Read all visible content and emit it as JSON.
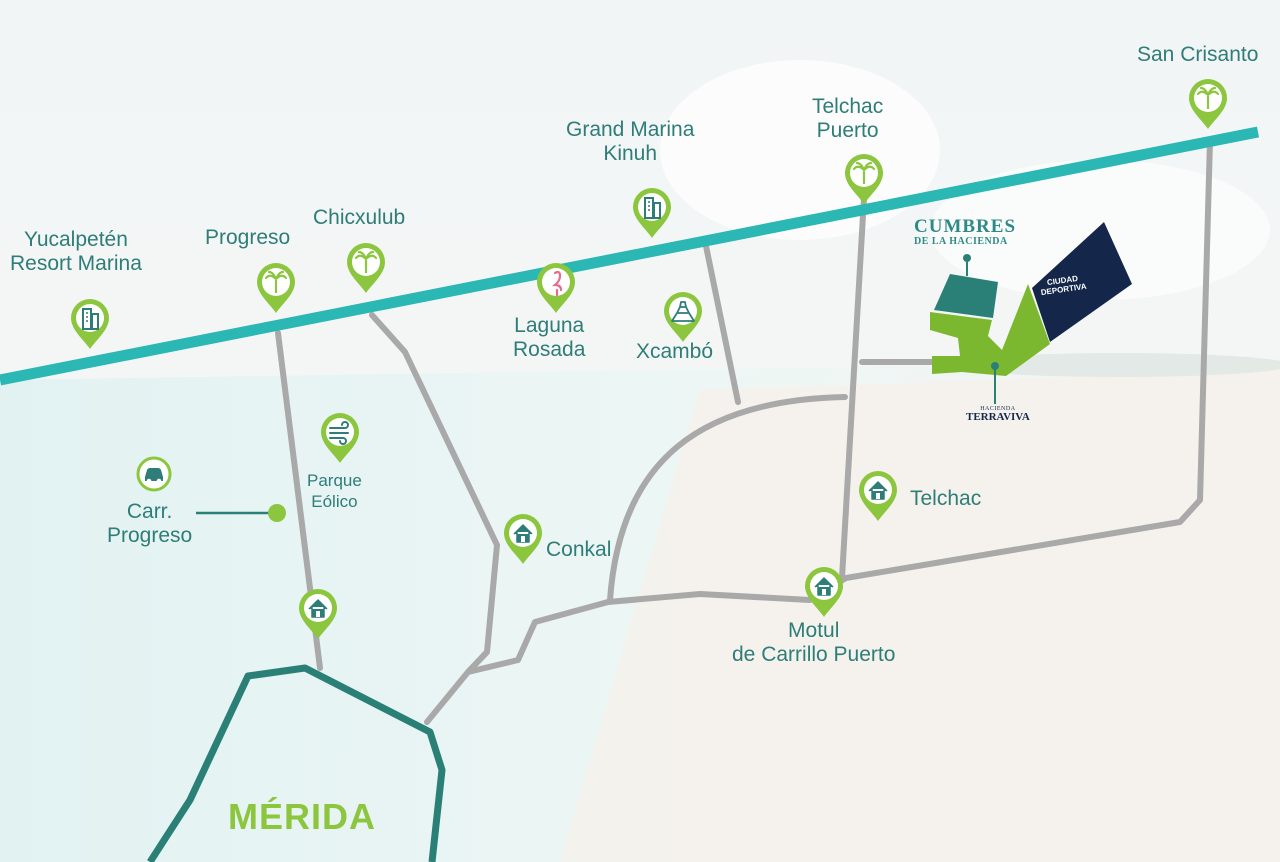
{
  "city": "MÉRIDA",
  "places": [
    {
      "id": "yucalpeten",
      "lines": [
        "Yucalpetén",
        "Resort Marina"
      ],
      "icon": "building-icon"
    },
    {
      "id": "progreso",
      "lines": [
        "Progreso"
      ],
      "icon": "palm-tree-icon"
    },
    {
      "id": "chicxulub",
      "lines": [
        "Chicxulub"
      ],
      "icon": "palm-tree-icon"
    },
    {
      "id": "grand-marina",
      "lines": [
        "Grand Marina",
        "Kinuh"
      ],
      "icon": "building-icon"
    },
    {
      "id": "laguna-rosada",
      "lines": [
        "Laguna",
        "Rosada"
      ],
      "icon": "flamingo-icon"
    },
    {
      "id": "xcambo",
      "lines": [
        "Xcambó"
      ],
      "icon": "pyramid-icon"
    },
    {
      "id": "telchac-puerto",
      "lines": [
        "Telchac",
        "Puerto"
      ],
      "icon": "palm-tree-icon"
    },
    {
      "id": "san-crisanto",
      "lines": [
        "San Crisanto"
      ],
      "icon": "palm-tree-icon"
    },
    {
      "id": "parque-eolico",
      "lines": [
        "Parque",
        "Eólico"
      ],
      "icon": "wind-icon"
    },
    {
      "id": "carr-progreso",
      "lines": [
        "Carr.",
        "Progreso"
      ],
      "icon": "car-icon"
    },
    {
      "id": "conkal",
      "lines": [
        "Conkal"
      ],
      "icon": "house-icon"
    },
    {
      "id": "telchac",
      "lines": [
        "Telchac"
      ],
      "icon": "house-icon"
    },
    {
      "id": "motul",
      "lines": [
        "Motul",
        "de Carrillo Puerto"
      ],
      "icon": "house-icon"
    },
    {
      "id": "progreso-road",
      "lines": [],
      "icon": "house-icon"
    }
  ],
  "developments": {
    "cumbres_line1": "CUMBRES",
    "cumbres_line2": "DE LA HACIENDA",
    "ciudad_line1": "CIUDAD",
    "ciudad_line2": "DEPORTIVA",
    "terraviva_line1": "HACIENDA",
    "terraviva_line2": "TERRAVIVA"
  },
  "colors": {
    "coastal_road": "#2bb7b3",
    "roads": "#a9a9a9",
    "pin": "#8cc63f",
    "city_outline": "#2a8076",
    "city_label": "#8cc63f",
    "text": "#2e7d78",
    "ciudad_deportiva": "#14274a"
  }
}
